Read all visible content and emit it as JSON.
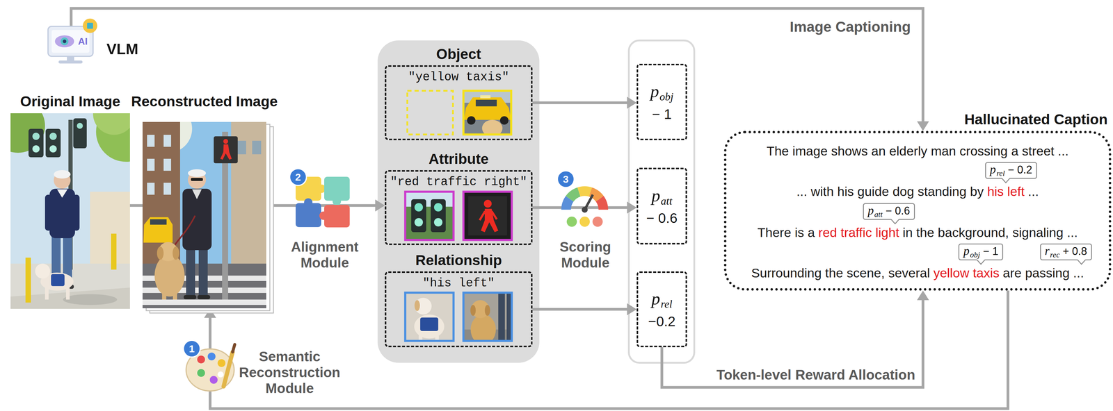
{
  "diagram": {
    "nodes": [
      {
        "text": [
          "VLM"
        ]
      },
      {
        "text": [
          "Original Image"
        ]
      },
      {
        "text": [
          "Reconstructed Image"
        ]
      },
      {
        "text": [
          "Object",
          "\"yellow taxis\""
        ]
      },
      {
        "text": [
          "Attribute",
          "\"red traffic right\""
        ]
      },
      {
        "text": [
          "Relationship",
          "\"his left\""
        ]
      },
      {
        "text": [
          "p",
          "obj",
          "− 1"
        ]
      },
      {
        "text": [
          "p",
          "att",
          "− 0.6"
        ]
      },
      {
        "text": [
          "p",
          "rel",
          "−0.2"
        ]
      },
      {
        "text": [
          "Hallucinated Caption",
          "The image shows an elderly man crossing a street ...",
          "... with his guide dog standing by",
          "his left",
          "...",
          "There is a",
          "red traffic light",
          "in the background, signaling ...",
          "Surrounding the scene, several",
          "yellow taxis",
          "are passing ..."
        ]
      },
      {
        "text": [
          "p",
          "rel",
          "− 0.2"
        ],
        "in": 9
      },
      {
        "text": [
          "p",
          "att",
          "− 0.6"
        ],
        "in": 9
      },
      {
        "text": [
          "p",
          "obj",
          "− 1"
        ],
        "in": 9
      },
      {
        "text": [
          "r",
          "rec",
          "+ 0.8"
        ],
        "in": 9
      }
    ],
    "edges": [
      {
        "from": 0,
        "to": 9,
        "label": "Image Captioning",
        "arrow": "to"
      },
      {
        "from": 1,
        "to": 2,
        "arrow": "none"
      },
      {
        "from": 2,
        "to": 4,
        "arrow": "to"
      },
      {
        "from": 3,
        "to": 6,
        "arrow": "to"
      },
      {
        "from": 4,
        "to": 7,
        "arrow": "to"
      },
      {
        "from": 5,
        "to": 8,
        "arrow": "to"
      },
      {
        "from": 8,
        "to": 9,
        "label": "Token-level Reward Allocation",
        "arrow": "to"
      },
      {
        "from": 9,
        "to": 2,
        "arrow": "to"
      }
    ],
    "labels": [
      "AI",
      "2",
      "Alignment Module",
      "3",
      "Scoring Module",
      "1",
      "Semantic Reconstruction Module"
    ]
  }
}
